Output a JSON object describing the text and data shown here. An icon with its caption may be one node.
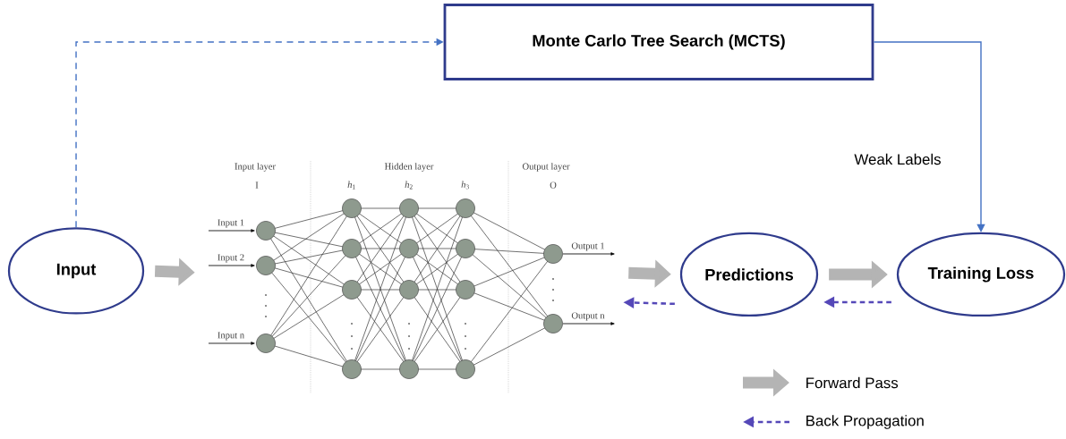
{
  "diagram": {
    "nodes": [
      {
        "text": [
          "Input"
        ]
      },
      {
        "text": [
          "Monte Carlo Tree Search (MCTS)"
        ]
      },
      {
        "text": [],
        "shape": "picture"
      },
      {
        "text": [
          "Predictions"
        ]
      },
      {
        "text": [
          "Training Loss"
        ]
      }
    ],
    "edges": [
      {
        "from": 0,
        "to": 1,
        "arrow": "to",
        "style": "dashed",
        "color": "#4472c4"
      },
      {
        "from": 1,
        "to": 4,
        "arrow": "to",
        "label": "Weak Labels",
        "color": "#4472c4"
      },
      {
        "from": 0,
        "to": 2,
        "arrow": "to",
        "style": "thick"
      },
      {
        "from": 2,
        "to": 3,
        "arrow": "to",
        "style": "thick"
      },
      {
        "from": 3,
        "to": 4,
        "arrow": "to",
        "style": "thick"
      },
      {
        "from": 4,
        "to": 3,
        "arrow": "to",
        "style": "dashed",
        "color": "#5548b8"
      },
      {
        "from": 3,
        "to": 2,
        "arrow": "to",
        "style": "dashed",
        "color": "#5548b8"
      }
    ],
    "labels": [
      "Input layer",
      "I",
      "Hidden layer",
      "*h*$_{1}$",
      "*h*$_{2}$",
      "*h*$_{3}$",
      "Output layer",
      "O",
      "Input 1",
      "Input 2",
      "Input n",
      "Output 1",
      "Output n"
    ],
    "legend": [
      {
        "text": "Forward Pass"
      },
      {
        "text": "Back Propagation"
      }
    ]
  }
}
